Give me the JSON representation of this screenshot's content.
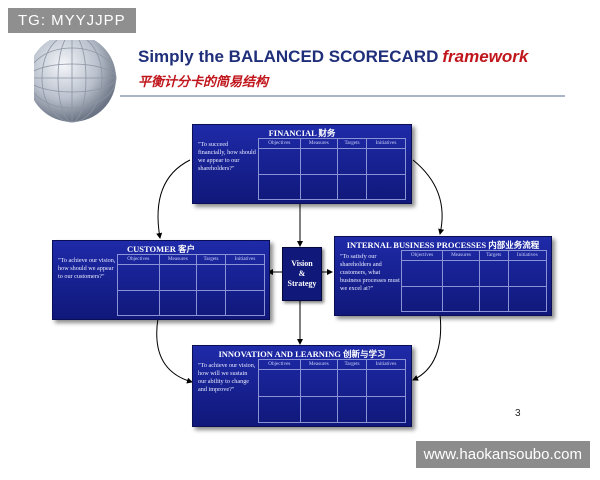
{
  "tag": "TG: MYYJJPP",
  "watermark": "www.haokansoubo.com",
  "title": "Simply the BALANCED SCORECARD",
  "title_accent": "framework",
  "subtitle": "平衡计分卡的简易结构",
  "center": {
    "line1": "Vision",
    "line2": "&",
    "line3": "Strategy"
  },
  "columns": [
    "Objectives",
    "Measures",
    "Targets",
    "Initiatives"
  ],
  "boxes": {
    "financial": {
      "title": "FINANCIAL 财务",
      "quote": "\"To succeed financially, how should we appear to our shareholders?\""
    },
    "customer": {
      "title": "CUSTOMER 客户",
      "quote": "\"To achieve our vision, how should we appear to our customers?\""
    },
    "internal": {
      "title": "INTERNAL BUSINESS PROCESSES 内部业务流程",
      "quote": "\"To satisfy our shareholders and customers, what business processes must we excel at?\""
    },
    "learning": {
      "title": "INNOVATION AND LEARNING 创新与学习",
      "quote": "\"To achieve our vision, how will we sustain our ability to change and improve?\""
    }
  },
  "page_number": "3"
}
